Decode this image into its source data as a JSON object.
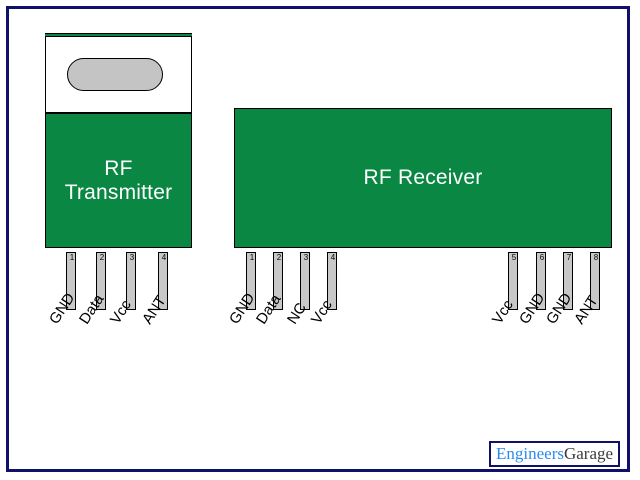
{
  "figure": {
    "title": "RF Transmitter and RF Receiver module pin diagram",
    "background_color": "#ffffff",
    "frame_color": "#10106b"
  },
  "colors": {
    "module_green": "#0a8743",
    "pin_gray": "#c8c8c8",
    "oval_gray": "#c4c4c4",
    "module_text": "#ffffff",
    "outline": "#000000",
    "logo_blue": "#2a8bf2",
    "logo_dark": "#3c3c3c"
  },
  "transmitter": {
    "label_line1": "RF",
    "label_line2": "Transmitter",
    "pins": [
      {
        "number": "1",
        "label": "GND"
      },
      {
        "number": "2",
        "label": "Data"
      },
      {
        "number": "3",
        "label": "Vcc"
      },
      {
        "number": "4",
        "label": "ANT"
      }
    ]
  },
  "receiver": {
    "label": "RF Receiver",
    "pins_left": [
      {
        "number": "1",
        "label": "GND"
      },
      {
        "number": "2",
        "label": "Data"
      },
      {
        "number": "3",
        "label": "NC"
      },
      {
        "number": "4",
        "label": "Vcc"
      }
    ],
    "pins_right": [
      {
        "number": "5",
        "label": "Vcc"
      },
      {
        "number": "6",
        "label": "GND"
      },
      {
        "number": "7",
        "label": "GND"
      },
      {
        "number": "8",
        "label": "ANT"
      }
    ]
  },
  "logo": {
    "part1": "Engineers",
    "part2": "Garage"
  }
}
